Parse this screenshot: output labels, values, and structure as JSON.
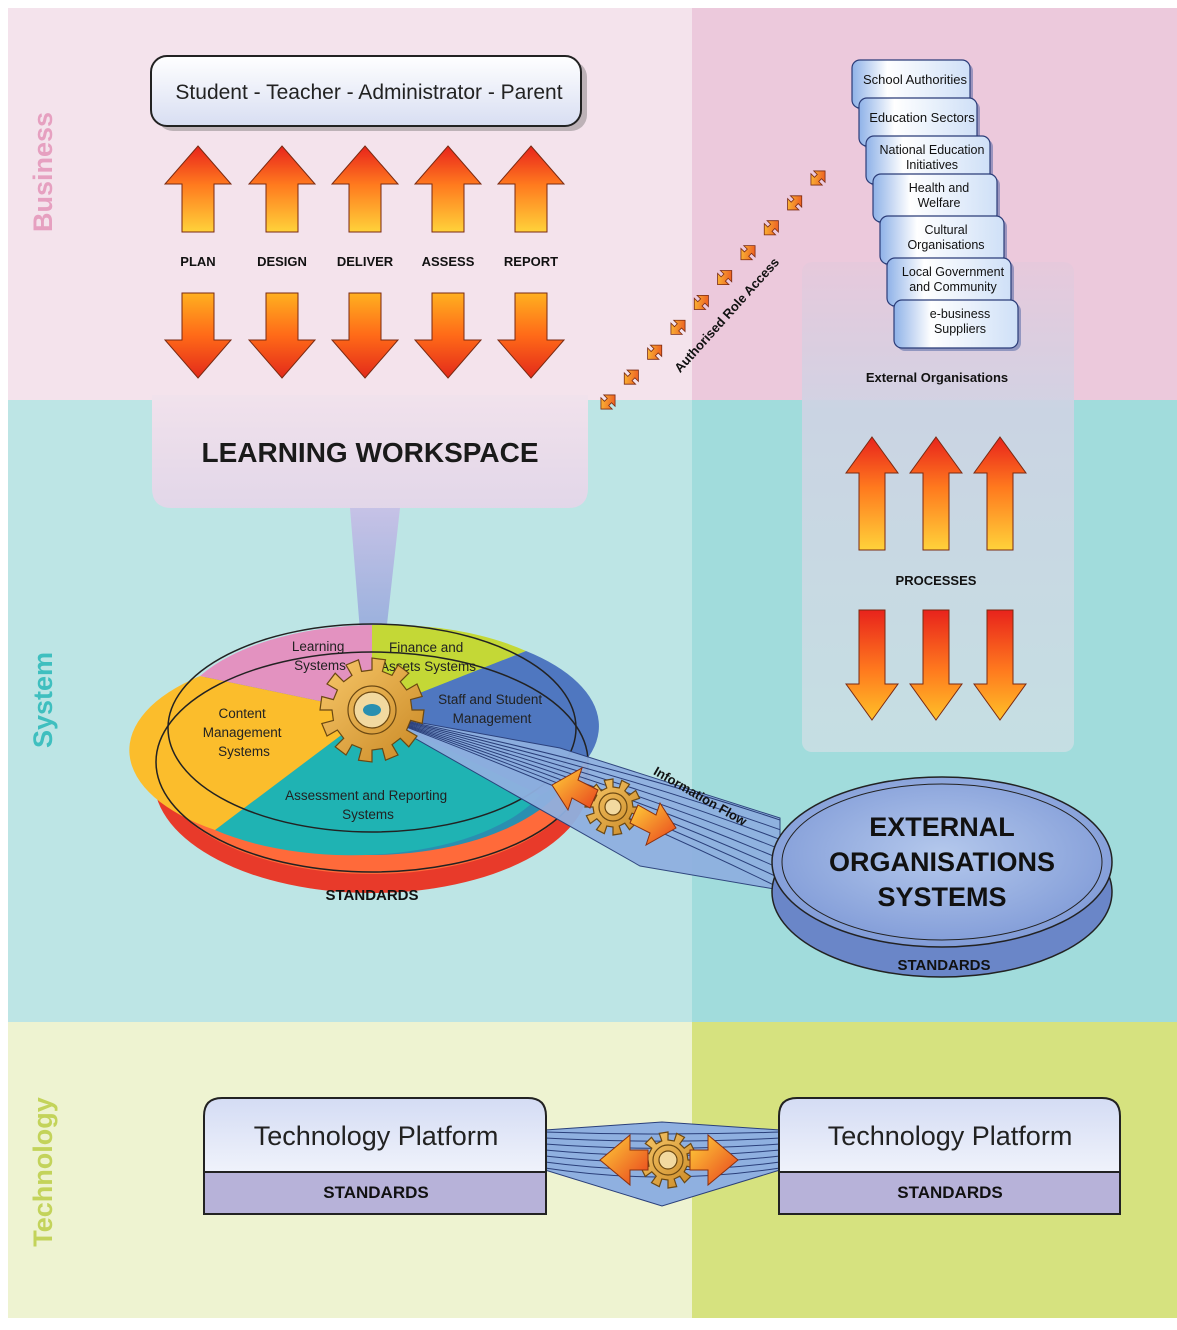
{
  "layers": {
    "business": "Business",
    "system": "System",
    "technology": "Technology"
  },
  "roles_banner": "Student - Teacher - Administrator - Parent",
  "activities": [
    "PLAN",
    "DESIGN",
    "DELIVER",
    "ASSESS",
    "REPORT"
  ],
  "learning_workspace": "LEARNING WORKSPACE",
  "authorised_access_label": "Authorised Role Access",
  "external_orgs": {
    "cards": [
      [
        "School Authorities"
      ],
      [
        "Education Sectors"
      ],
      [
        "National Education",
        "Initiatives"
      ],
      [
        "Health and",
        "Welfare"
      ],
      [
        "Cultural",
        "Organisations"
      ],
      [
        "Local Government",
        "and Community"
      ],
      [
        "e-business",
        "Suppliers"
      ]
    ],
    "caption": "External Organisations",
    "processes": "PROCESSES"
  },
  "disc": {
    "segments": {
      "learning": [
        "Learning",
        "Systems"
      ],
      "finance": [
        "Finance and",
        "Assets Systems"
      ],
      "staff": [
        "Staff and Student",
        "Management"
      ],
      "content": [
        "Content",
        "Management",
        "Systems"
      ],
      "assessment": [
        "Assessment and Reporting",
        "Systems"
      ]
    },
    "standards": "STANDARDS"
  },
  "information_flow": "Information Flow",
  "external_systems": {
    "title": [
      "EXTERNAL",
      "ORGANISATIONS",
      "SYSTEMS"
    ],
    "standards": "STANDARDS"
  },
  "technology": {
    "left": {
      "title": "Technology Platform",
      "standards": "STANDARDS"
    },
    "right": {
      "title": "Technology Platform",
      "standards": "STANDARDS"
    }
  },
  "colors": {
    "business_left": "#f4e3ec",
    "business_right": "#ecc9dc",
    "system_left": "#bde5e5",
    "system_right": "#a1dcdc",
    "tech_left": "#eef3d1",
    "tech_right": "#d6e27f",
    "business_label": "#e6a0c0",
    "system_label": "#3fbfbf",
    "technology_label": "#c3d35a"
  }
}
